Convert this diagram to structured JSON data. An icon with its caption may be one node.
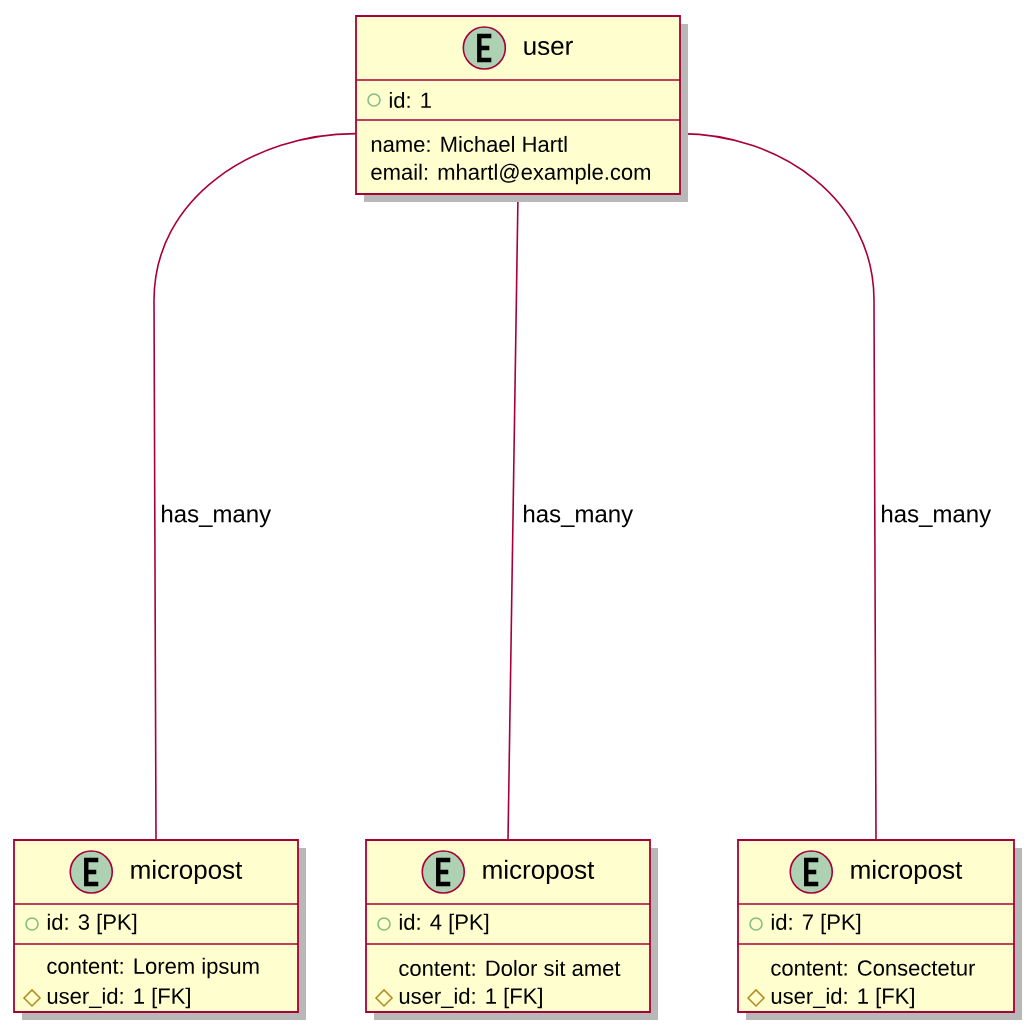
{
  "diagram": {
    "nodes": [
      {
        "text": [
          "user",
          "id: 1",
          "name: Michael Hartl",
          "email: mhartl@example.com"
        ]
      },
      {
        "text": [
          "micropost",
          "id: 3 [PK]",
          "content: Lorem ipsum",
          "user_id: 1 [FK]"
        ]
      },
      {
        "text": [
          "micropost",
          "id: 4 [PK]",
          "content: Dolor sit amet",
          "user_id: 1 [FK]"
        ]
      },
      {
        "text": [
          "micropost",
          "id: 7 [PK]",
          "content: Consectetur",
          "user_id: 1 [FK]"
        ]
      }
    ],
    "edges": [
      {
        "from": 0,
        "to": 1,
        "arrow": "none",
        "label": "has_many"
      },
      {
        "from": 0,
        "to": 2,
        "arrow": "none",
        "label": "has_many"
      },
      {
        "from": 0,
        "to": 3,
        "arrow": "none",
        "label": "has_many"
      }
    ]
  }
}
